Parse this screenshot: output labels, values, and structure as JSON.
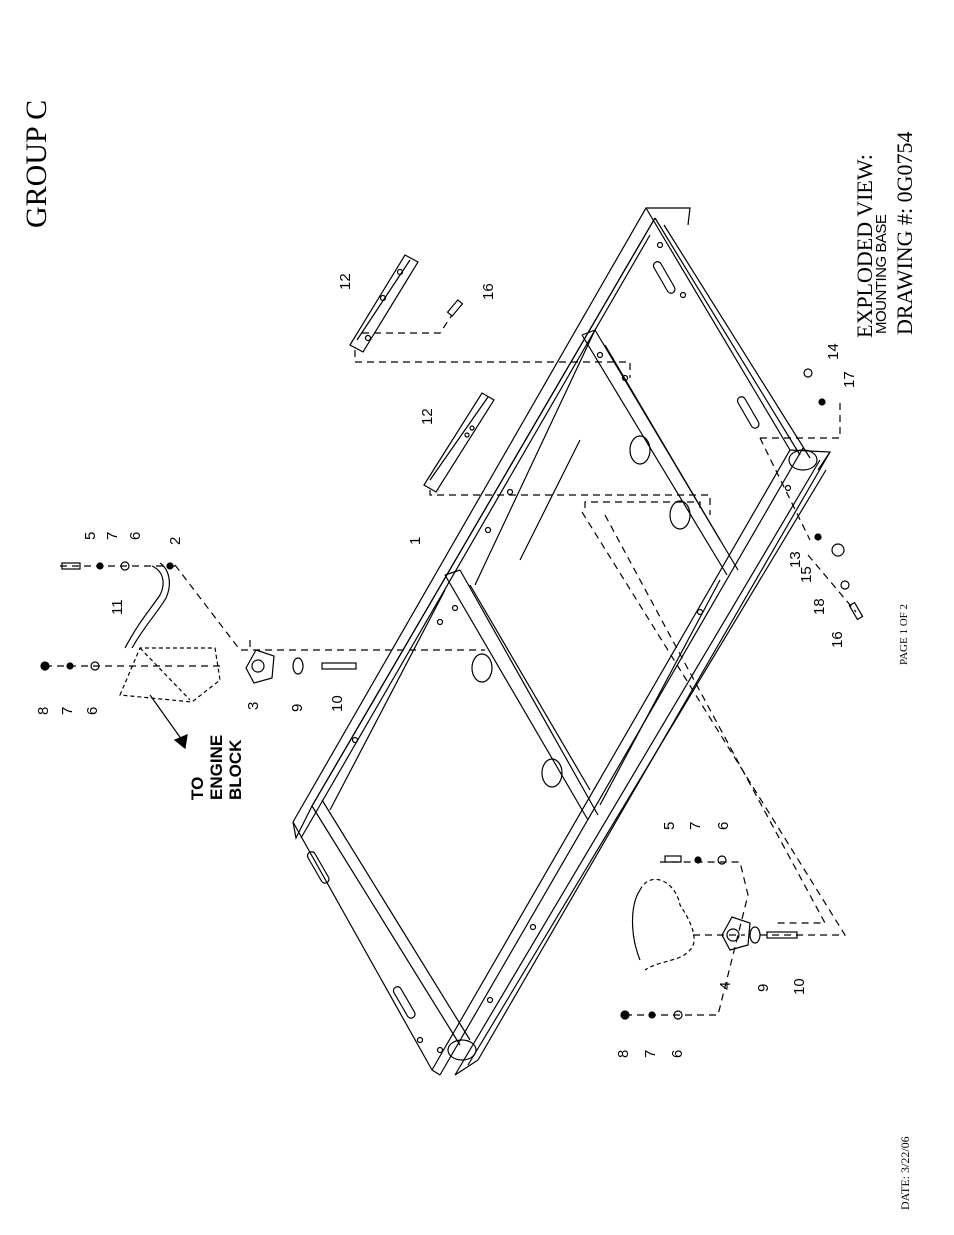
{
  "header": {
    "group": "GROUP C"
  },
  "title_block": {
    "view": "EXPLODED VIEW:",
    "assembly": "MOUNTING BASE",
    "drawing_number": "DRAWING #: 0G0754"
  },
  "footer": {
    "page": "PAGE 1 OF 2",
    "date": "DATE:  3/22/06"
  },
  "annotation": {
    "line1": "TO",
    "line2": "ENGINE",
    "line3": "BLOCK"
  },
  "callouts": [
    "1",
    "2",
    "3",
    "4",
    "5",
    "6",
    "7",
    "8",
    "9",
    "10",
    "11",
    "12",
    "13",
    "14",
    "15",
    "16",
    "17",
    "18"
  ]
}
